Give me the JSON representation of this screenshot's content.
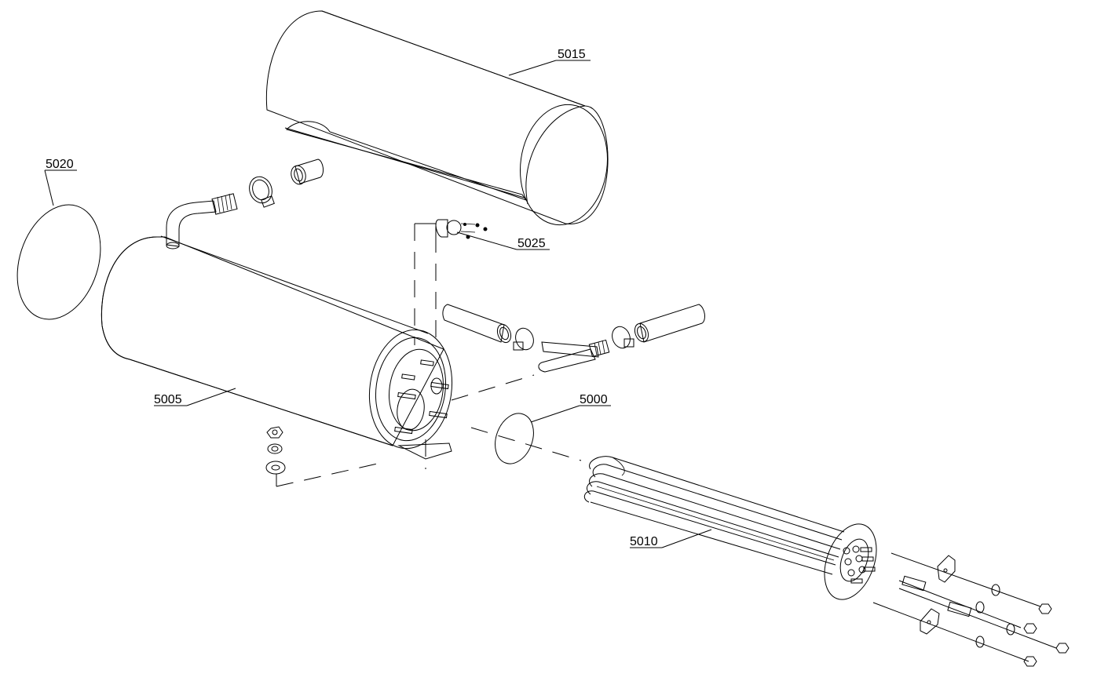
{
  "labels": {
    "insulation_jacket": "5015",
    "end_cover": "5020",
    "thermostat": "5025",
    "tank": "5005",
    "gasket": "5000",
    "heating_element": "5010"
  },
  "colors": {
    "stroke": "#000000",
    "cylinder_fill": "#d9d9d9",
    "tank_fill": "#ececec",
    "flange_fill": "#f3eda6",
    "terminal_fill": "#f1e65e",
    "thermostat_fill": "#e8372c"
  }
}
